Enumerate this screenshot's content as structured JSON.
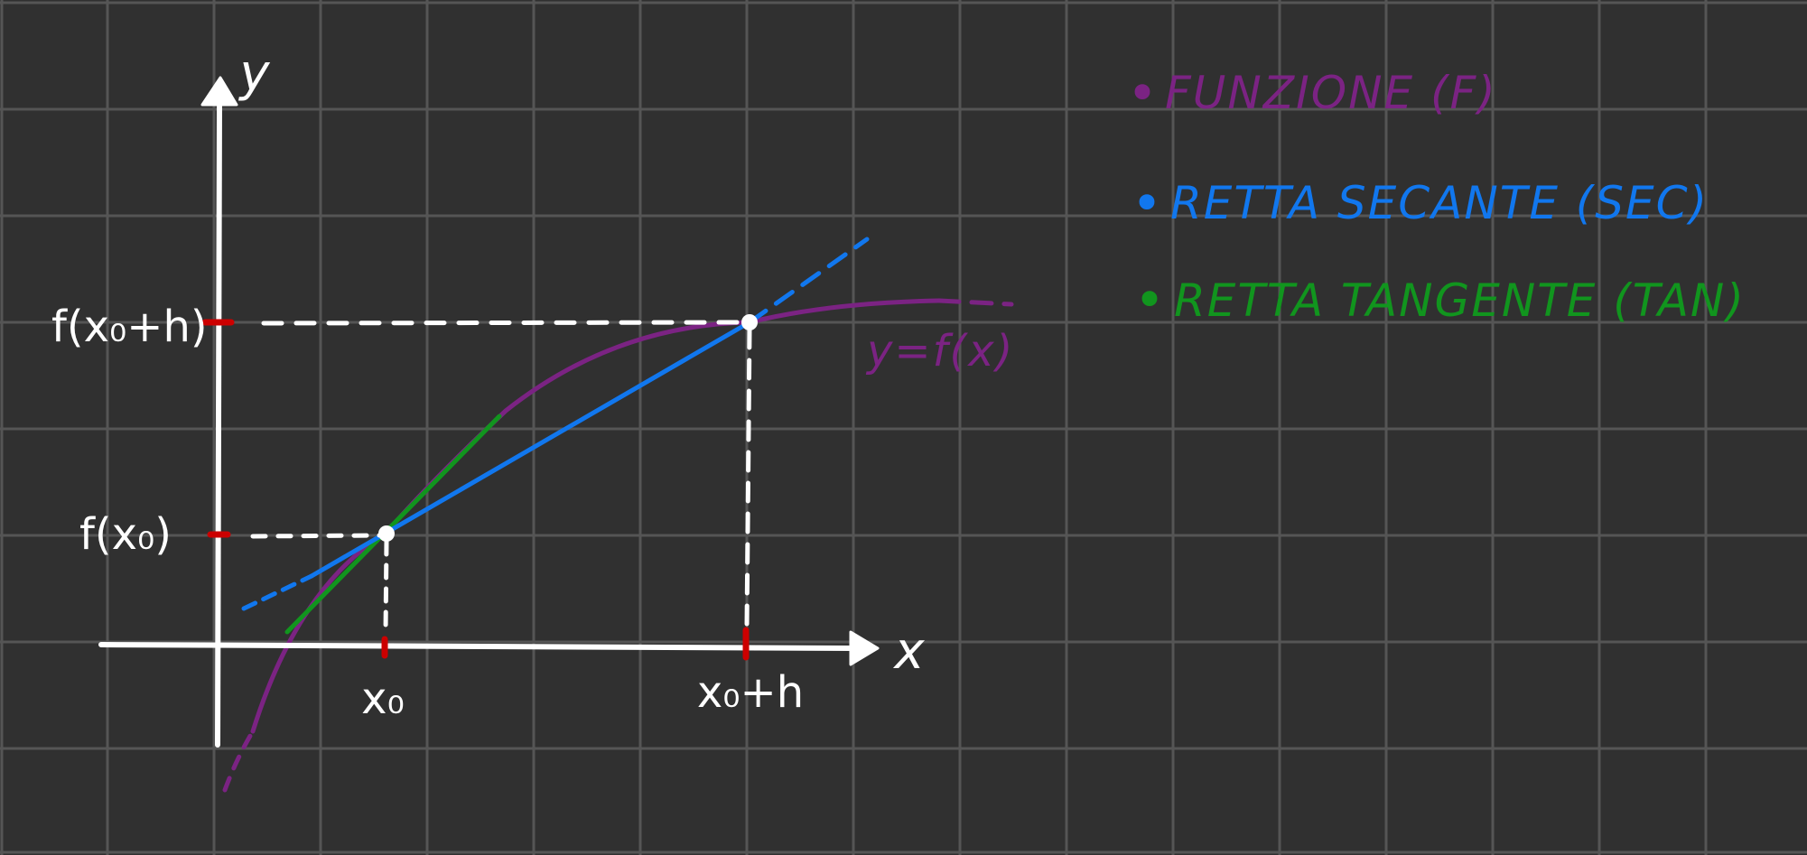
{
  "colors": {
    "background": "#303030",
    "grid": "#555555",
    "axes": "#ffffff",
    "function": "#7b2383",
    "secant": "#1177ee",
    "tangent": "#11951e",
    "tick": "#cc0000"
  },
  "axes": {
    "x_label": "x",
    "y_label": "y"
  },
  "labels": {
    "f_x0_h": "f(x₀+h)",
    "f_x0": "f(x₀)",
    "x0": "x₀",
    "x0_h": "x₀+h",
    "curve": "y=f(x)"
  },
  "legend": {
    "items": [
      {
        "bullet": "•",
        "text": "FUNZIONE (F)",
        "color": "#7b2383"
      },
      {
        "bullet": "•",
        "text": "RETTA SECANTE (SEC)",
        "color": "#1177ee"
      },
      {
        "bullet": "•",
        "text": "RETTA TANGENTE (TAN)",
        "color": "#11951e"
      }
    ]
  }
}
